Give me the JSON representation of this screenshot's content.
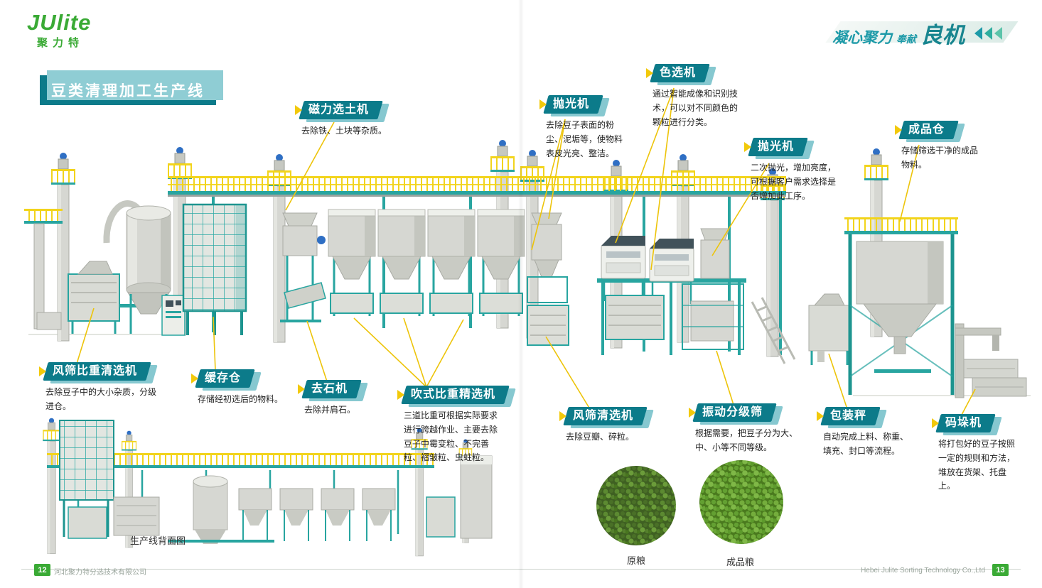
{
  "brand": {
    "logo_text": "JUlite",
    "logo_sub": "聚力特",
    "slogan_part1": "凝心聚力",
    "slogan_part2": "奉献",
    "slogan_part3": "良机"
  },
  "title": "豆类清理加工生产线",
  "callouts": [
    {
      "title": "磁力选土机",
      "desc": "去除铁、土块等杂质。"
    },
    {
      "title": "抛光机",
      "desc": "去除豆子表面的粉尘、泥垢等，使物料表皮光亮、整洁。"
    },
    {
      "title": "色选机",
      "desc": "通过智能成像和识别技术，可以对不同颜色的颗粒进行分类。"
    },
    {
      "title": "抛光机",
      "desc": "二次抛光，增加亮度，可根据客户需求选择是否增加此工序。"
    },
    {
      "title": "成品仓",
      "desc": "存储筛选干净的成品物料。"
    },
    {
      "title": "风筛比重清选机",
      "desc": "去除豆子中的大小杂质，分级进仓。"
    },
    {
      "title": "缓存仓",
      "desc": "存储经初选后的物料。"
    },
    {
      "title": "去石机",
      "desc": "去除并肩石。"
    },
    {
      "title": "吹式比重精选机",
      "desc": "三道比重可根据实际要求进行跨越作业、主要去除豆子中霉变粒、不完善粒、褶皱粒、虫蛀粒。"
    },
    {
      "title": "风筛清选机",
      "desc": "去除豆瓣、碎粒。"
    },
    {
      "title": "振动分级筛",
      "desc": "根据需要，把豆子分为大、中、小等不同等级。"
    },
    {
      "title": "包装秤",
      "desc": "自动完成上料、称重、填充、封口等流程。"
    },
    {
      "title": "码垛机",
      "desc": "将打包好的豆子按照一定的规则和方法，堆放在货架、托盘上。"
    }
  ],
  "back_view_caption": "生产线背面图",
  "samples": {
    "raw_label": "原粮",
    "finished_label": "成品粮"
  },
  "footer": {
    "left_page": "12",
    "left_company": "河北聚力特分选技术有限公司",
    "right_company": "Hebei Julite Sorting Technology Co.,Ltd",
    "right_page": "13"
  },
  "colors": {
    "teal": "#0c7b8a",
    "teal_light": "#86c8d0",
    "frame_teal": "#28a5a0",
    "yellow": "#f2d41c",
    "green": "#3aaa35",
    "machine_gray": "#d6d7d2"
  }
}
